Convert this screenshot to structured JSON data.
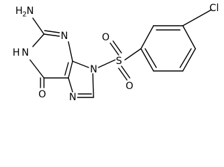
{
  "molecule": {
    "amino_label": "H",
    "amino_subscript": "2",
    "amino_atom": "N",
    "nh_label": "H",
    "nh_atom": "N",
    "n3_label": "N",
    "n9_label": "N",
    "n7_label": "N",
    "carbonyl_o": "O",
    "sulfur": "S",
    "sulfonyl_o_top": "O",
    "sulfonyl_o_bottom": "O",
    "chlorine": "Cl"
  },
  "colors": {
    "bond": "#000000",
    "background": "#ffffff"
  }
}
